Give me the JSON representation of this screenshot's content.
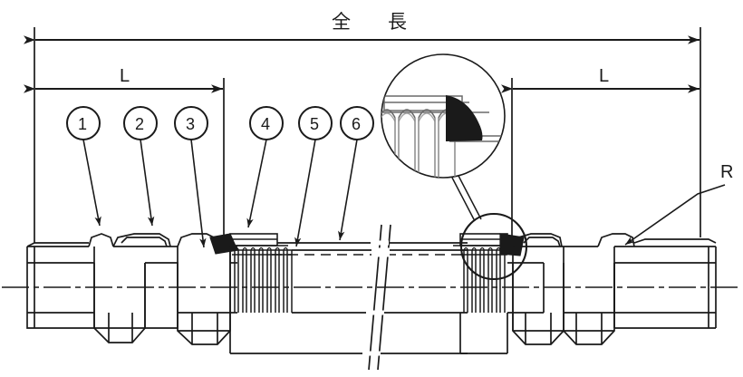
{
  "drawing": {
    "type": "technical-line-drawing",
    "subject": "flexible-metal-hose-assembly",
    "background_color": "#ffffff",
    "line_color": "#1a1a1a"
  },
  "dimensions": {
    "overall": {
      "label": "全　長",
      "meaning": "overall length",
      "name": "overall-length-dimension"
    },
    "left_segment": {
      "label": "L",
      "name": "left-length-dimension"
    },
    "right_segment": {
      "label": "L",
      "name": "right-length-dimension"
    }
  },
  "callouts": [
    {
      "number": "1"
    },
    {
      "number": "2"
    },
    {
      "number": "3"
    },
    {
      "number": "4"
    },
    {
      "number": "5"
    },
    {
      "number": "6"
    }
  ],
  "thread_label": {
    "label": "R",
    "name": "thread-designation-label"
  },
  "detail_view": {
    "name": "magnified-detail-circle",
    "shows": "bellows-to-ferrule-weld-joint"
  }
}
